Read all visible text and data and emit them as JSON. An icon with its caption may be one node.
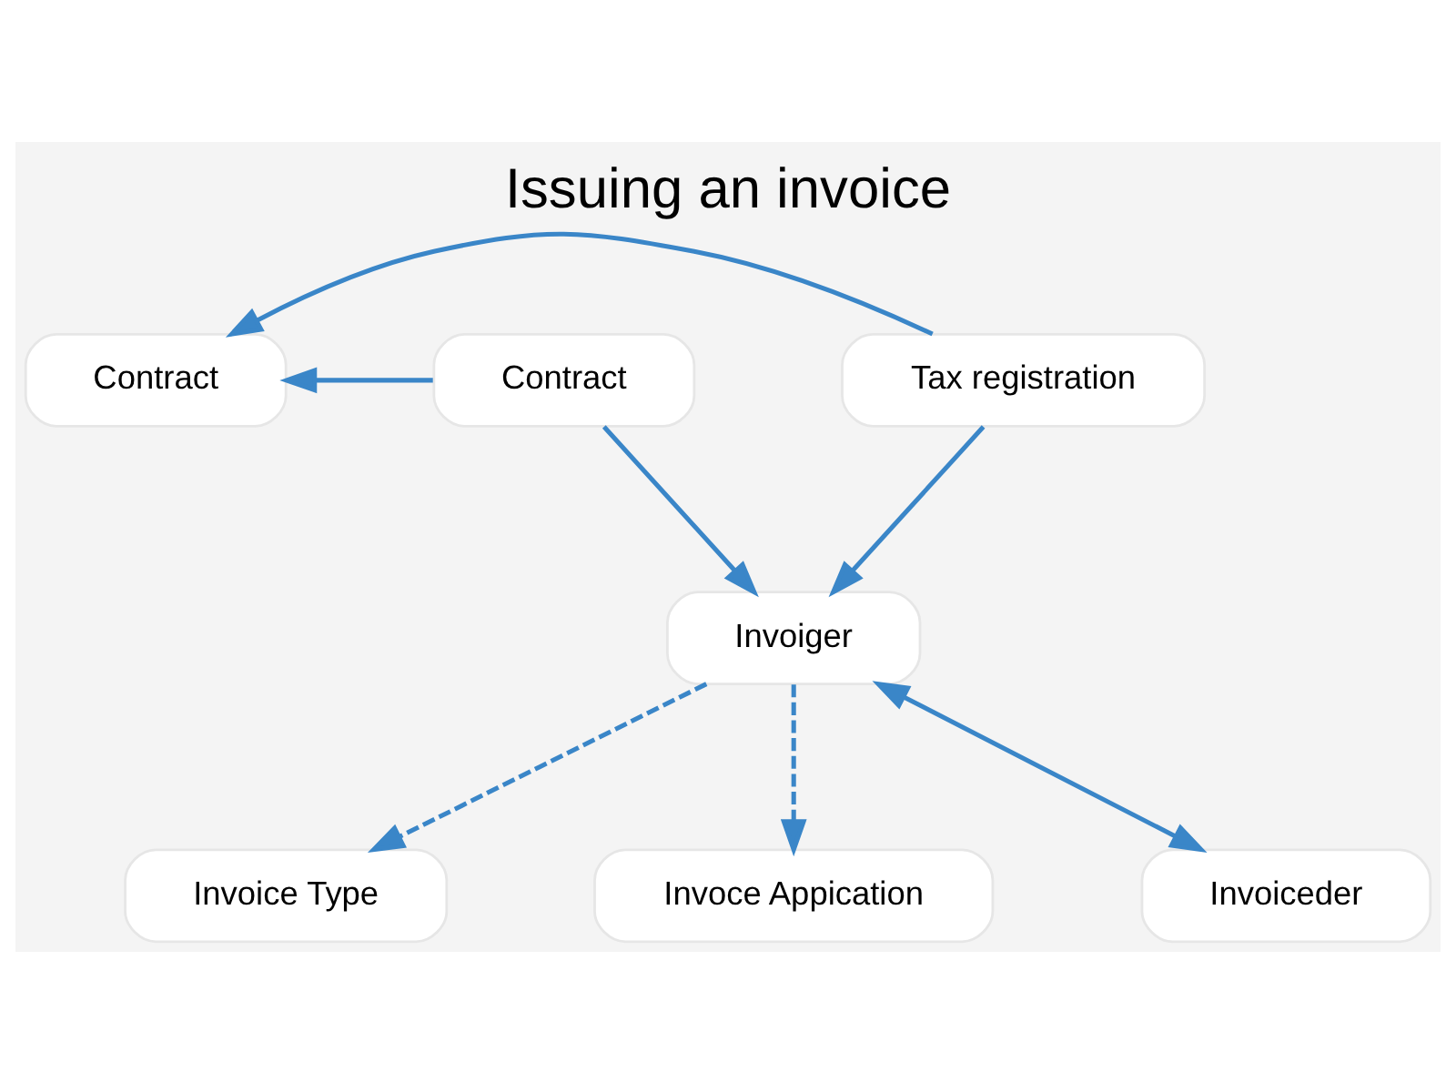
{
  "diagram": {
    "title": "Issuing an invoice",
    "nodes": [
      {
        "text": [
          "Contract"
        ]
      },
      {
        "text": [
          "Contract"
        ]
      },
      {
        "text": [
          "Tax registration"
        ]
      },
      {
        "text": [
          "Invoiger"
        ]
      },
      {
        "text": [
          "Invoice Type"
        ]
      },
      {
        "text": [
          "Invoce Appication"
        ]
      },
      {
        "text": [
          "Invoiceder"
        ]
      }
    ],
    "edges": [
      {
        "from": 1,
        "to": 0,
        "arrow": "to"
      },
      {
        "from": 2,
        "to": 0,
        "arrow": "to"
      },
      {
        "from": 1,
        "to": 3,
        "arrow": "to"
      },
      {
        "from": 2,
        "to": 3,
        "arrow": "to"
      },
      {
        "from": 3,
        "to": 4,
        "arrow": "to",
        "style": "dashed"
      },
      {
        "from": 3,
        "to": 5,
        "arrow": "to",
        "style": "dashed"
      },
      {
        "from": 3,
        "to": 6,
        "arrow": "both"
      }
    ]
  }
}
